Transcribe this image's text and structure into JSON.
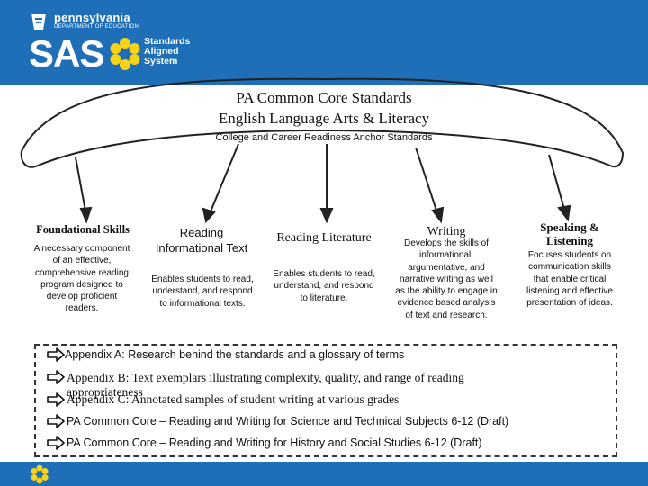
{
  "header": {
    "org_name": "pennsylvania",
    "org_subtitle": "DEPARTMENT OF EDUCATION",
    "logo_text": "SAS",
    "logo_subtitle": [
      "Standards",
      "Aligned",
      "System"
    ],
    "icons": [
      "keystone-icon",
      "flower-icon"
    ],
    "colors": {
      "brand_blue": "#1f6fb8",
      "flower_yellow": "#f7d417"
    }
  },
  "title": {
    "line1": "PA Common Core Standards",
    "line2": "English Language Arts & Literacy"
  },
  "anchor_label": "College and Career Readiness Anchor Standards",
  "columns": [
    {
      "title": "Foundational Skills",
      "description": "A necessary component of an effective, comprehensive reading program designed to develop proficient readers."
    },
    {
      "title": "Reading Informational Text",
      "description": "Enables students to read, understand, and respond to informational texts."
    },
    {
      "title": "Reading Literature",
      "description": "Enables students to read, understand, and respond to literature."
    },
    {
      "title": "Writing",
      "description": "Develops the skills of informational, argumentative, and narrative writing as well as the ability to engage in evidence based analysis of text and research."
    },
    {
      "title": "Speaking & Listening",
      "description": "Focuses students on communication skills that enable critical listening and effective presentation of ideas."
    }
  ],
  "appendix": [
    "Appendix A: Research behind the standards and a glossary of terms",
    "Appendix B: Text exemplars illustrating complexity, quality, and range of reading appropriateness",
    "Appendix C: Annotated samples of student writing at various grades",
    "PA Common Core – Reading and Writing for Science and Technical Subjects 6-12 (Draft)",
    "PA Common Core – Reading and Writing for History and Social Studies 6-12 (Draft)"
  ],
  "footer": {
    "icons": [
      "flower-icon"
    ]
  }
}
